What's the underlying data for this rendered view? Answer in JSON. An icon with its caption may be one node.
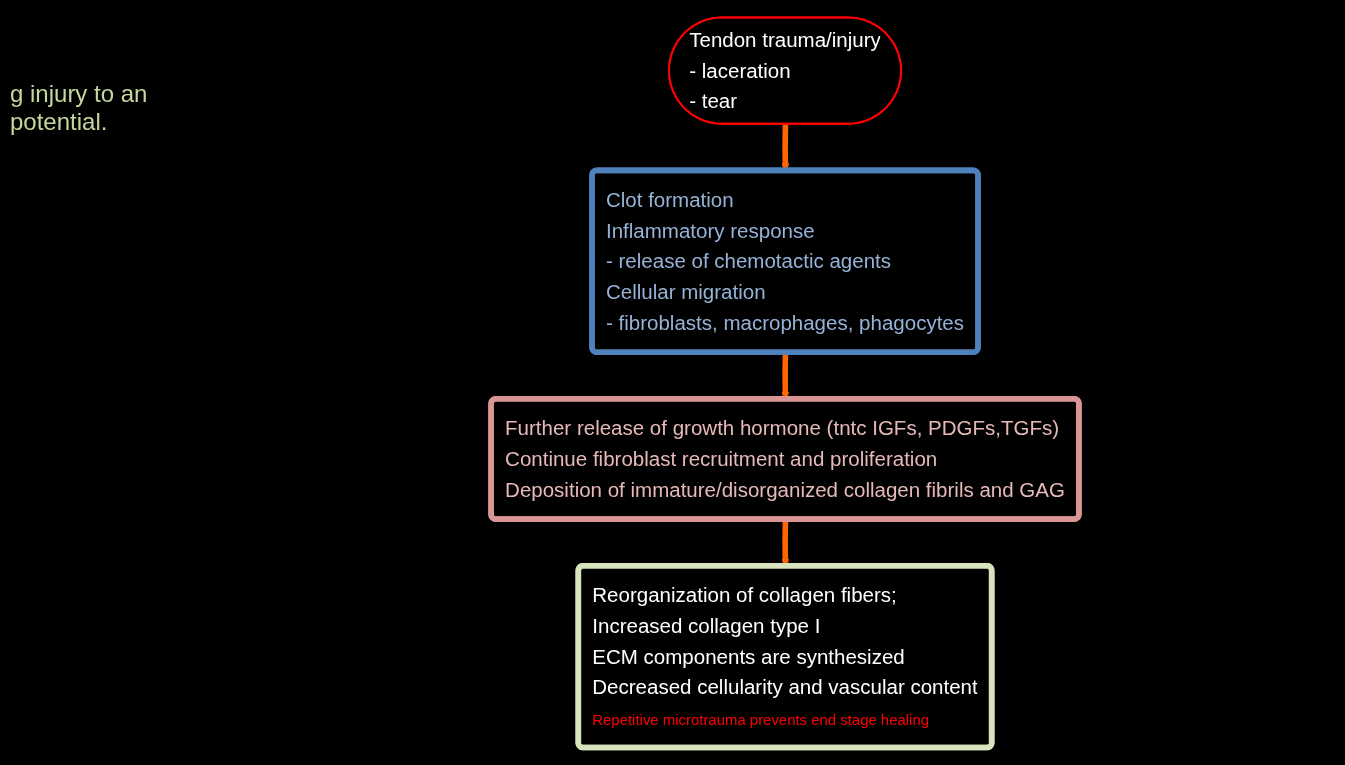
{
  "diagram": {
    "nodes": [
      {
        "text": [
          "Tendon trauma/injury",
          "- laceration",
          "- tear"
        ]
      },
      {
        "text": [
          "Clot formation",
          "Inflammatory response",
          "- release of chemotactic agents",
          "Cellular migration",
          "- fibroblasts, macrophages, phagocytes"
        ]
      },
      {
        "text": [
          "Further release of growth hormone (tntc IGFs, PDGFs,TGFs)",
          "Continue fibroblast recruitment and proliferation",
          "Deposition of immature/disorganized collagen fibrils and GAG"
        ]
      },
      {
        "text": [
          "Reorganization of collagen fibers;",
          "Increased collagen type I",
          "ECM components are synthesized",
          "Decreased cellularity and vascular content",
          "Repetitive microtrauma prevents end stage healing"
        ]
      }
    ],
    "edges": [
      {
        "from": 0,
        "to": 1,
        "arrow": "to"
      },
      {
        "from": 1,
        "to": 2,
        "arrow": "to"
      },
      {
        "from": 2,
        "to": 3,
        "arrow": "to"
      }
    ],
    "labels": [
      "g injury to an potential."
    ]
  }
}
